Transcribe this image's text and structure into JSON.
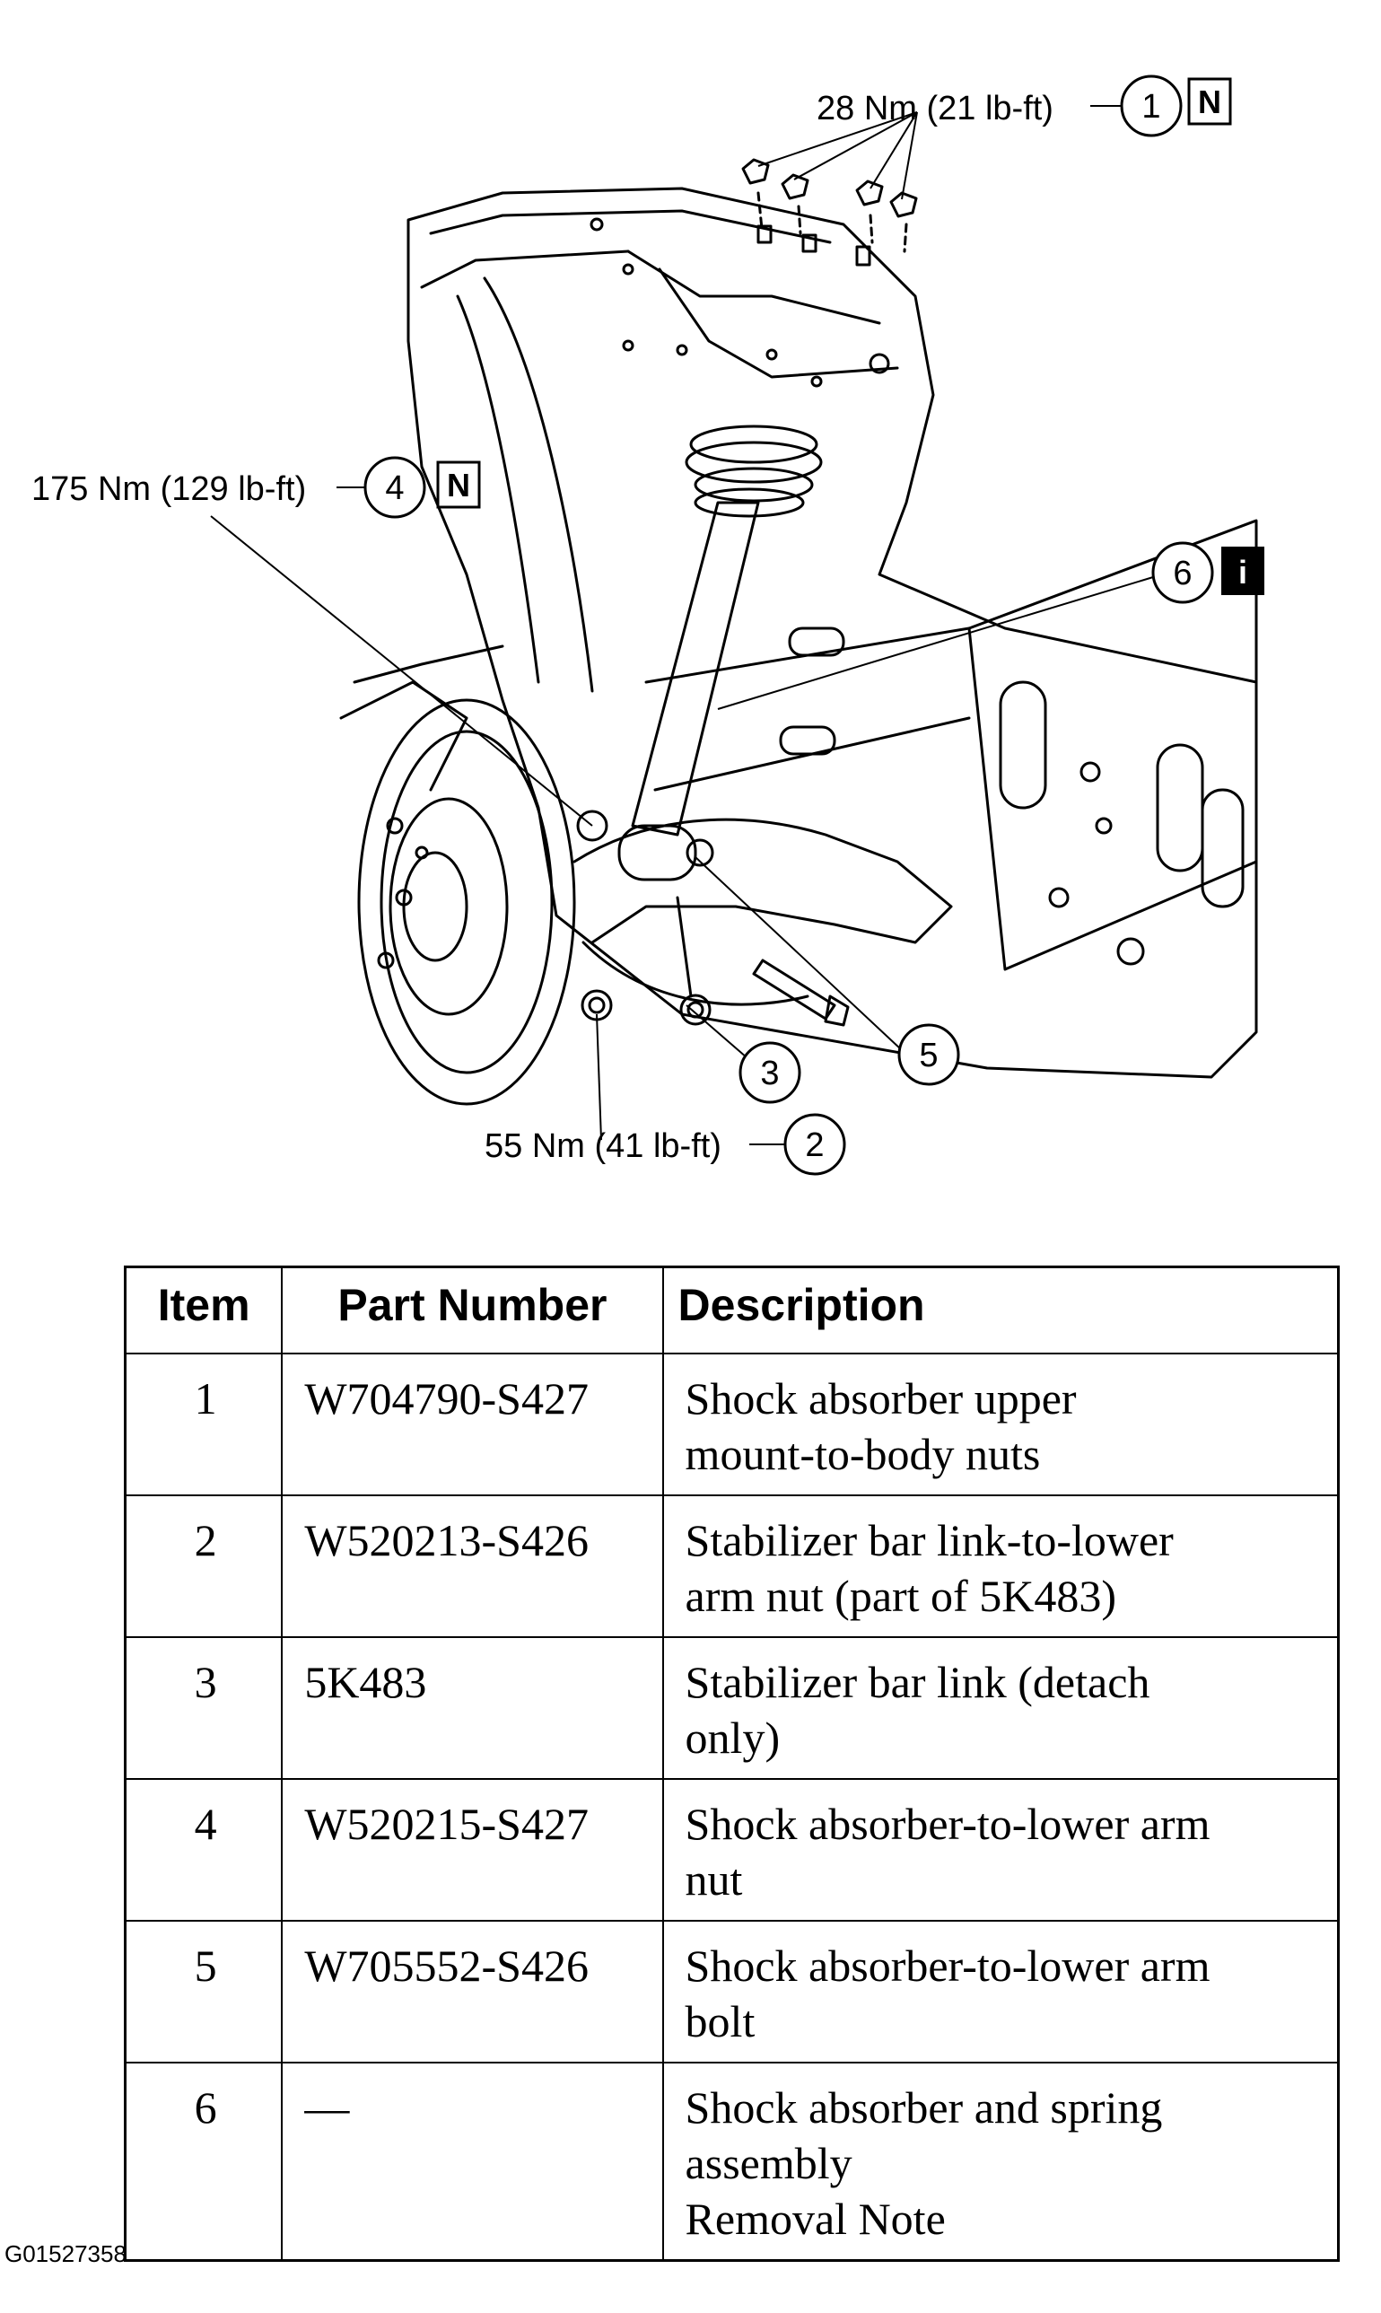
{
  "callouts": [
    {
      "number": "1",
      "torque": "28 Nm (21 lb-ft)",
      "badge": "N"
    },
    {
      "number": "2",
      "torque": "55 Nm (41 lb-ft)",
      "badge": ""
    },
    {
      "number": "3",
      "torque": "",
      "badge": ""
    },
    {
      "number": "4",
      "torque": "175 Nm (129 lb-ft)",
      "badge": "N"
    },
    {
      "number": "5",
      "torque": "",
      "badge": ""
    },
    {
      "number": "6",
      "torque": "",
      "badge": "i"
    }
  ],
  "table": {
    "headers": {
      "item": "Item",
      "part_number": "Part Number",
      "description": "Description"
    },
    "rows": [
      {
        "item": "1",
        "part_number": "W704790-S427",
        "description": [
          "Shock absorber upper",
          "mount-to-body nuts"
        ]
      },
      {
        "item": "2",
        "part_number": "W520213-S426",
        "description": [
          "Stabilizer bar link-to-lower",
          "arm nut (part of 5K483)"
        ]
      },
      {
        "item": "3",
        "part_number": "5K483",
        "description": [
          "Stabilizer bar link (detach",
          "only)"
        ]
      },
      {
        "item": "4",
        "part_number": "W520215-S427",
        "description": [
          "Shock absorber-to-lower arm",
          "nut"
        ]
      },
      {
        "item": "5",
        "part_number": "W705552-S426",
        "description": [
          "Shock absorber-to-lower arm",
          "bolt"
        ]
      },
      {
        "item": "6",
        "part_number": "—",
        "description": [
          "Shock absorber and spring",
          "assembly",
          "Removal Note"
        ]
      }
    ]
  },
  "figure_id": "G01527358"
}
